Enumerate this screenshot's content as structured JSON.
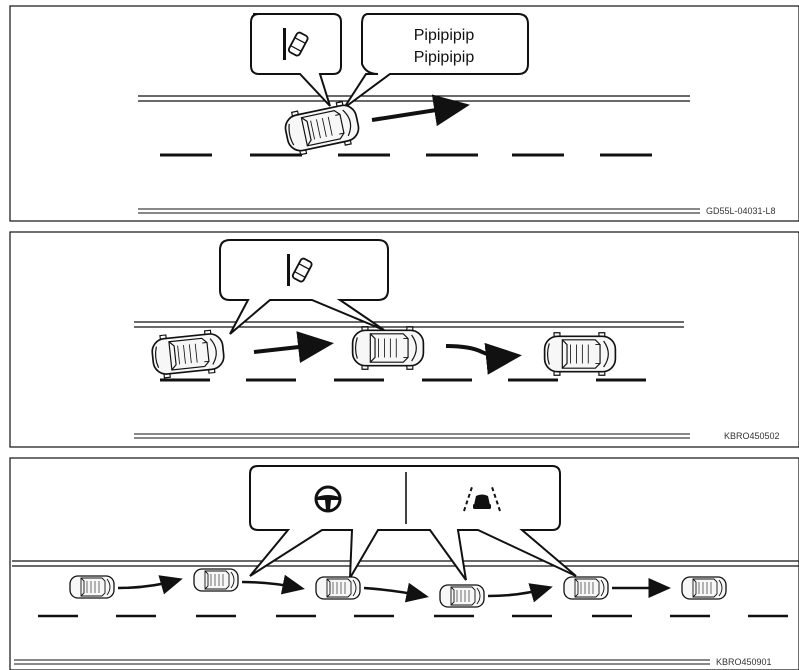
{
  "panels": [
    {
      "id": "lane-departure-warning",
      "bubble_icons": [
        "lane-departure-icon"
      ],
      "speech_text": [
        "Pipipipip",
        "Pipipipip"
      ],
      "figure_code": "GD55L-04031-L8"
    },
    {
      "id": "lane-keeping-return",
      "bubble_icons": [
        "lane-departure-icon"
      ],
      "figure_code": "KBRO450502"
    },
    {
      "id": "lane-following-assist",
      "bubble_icons": [
        "steering-wheel-icon",
        "lane-following-icon"
      ],
      "figure_code": "KBRO450901"
    }
  ],
  "colors": {
    "line": "#111111",
    "car_fill": "#f4f4f4",
    "background": "#ffffff"
  }
}
